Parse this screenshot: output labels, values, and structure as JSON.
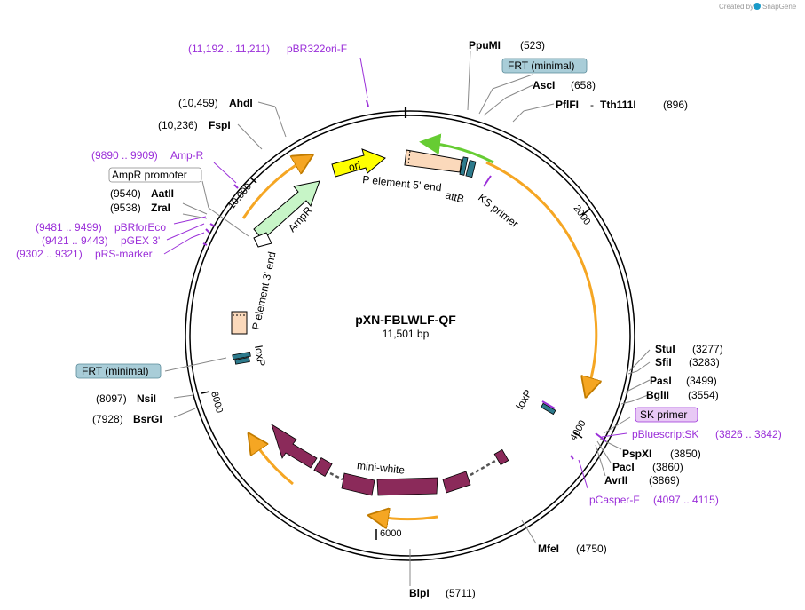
{
  "header": {
    "credit": "Created by",
    "brand": "SnapGene"
  },
  "plasmid": {
    "name": "pXN-FBLWLF-QF",
    "size": "11,501 bp"
  },
  "ticks": [
    "2000",
    "4000",
    "6000",
    "8000",
    "10,000"
  ],
  "enzymes": [
    {
      "name": "PpuMI",
      "pos": "(523)"
    },
    {
      "name": "AscI",
      "pos": "(658)"
    },
    {
      "name": "PflFI",
      "sep": "-",
      "name2": "Tth111I",
      "pos": "(896)"
    },
    {
      "name": "StuI",
      "pos": "(3277)"
    },
    {
      "name": "SfiI",
      "pos": "(3283)"
    },
    {
      "name": "PasI",
      "pos": "(3499)"
    },
    {
      "name": "BglII",
      "pos": "(3554)"
    },
    {
      "name": "PspXI",
      "pos": "(3850)"
    },
    {
      "name": "PacI",
      "pos": "(3860)"
    },
    {
      "name": "AvrII",
      "pos": "(3869)"
    },
    {
      "name": "MfeI",
      "pos": "(4750)"
    },
    {
      "name": "BlpI",
      "pos": "(5711)"
    },
    {
      "name": "BsrGI",
      "pos": "(7928)"
    },
    {
      "name": "NsiI",
      "pos": "(8097)"
    },
    {
      "name": "ZraI",
      "pos": "(9538)"
    },
    {
      "name": "AatII",
      "pos": "(9540)"
    },
    {
      "name": "FspI",
      "pos": "(10,236)"
    },
    {
      "name": "AhdI",
      "pos": "(10,459)"
    }
  ],
  "primers": [
    {
      "range": "(11,192 .. 11,211)",
      "name": "pBR322ori-F"
    },
    {
      "range": "(9890 .. 9909)",
      "name": "Amp-R"
    },
    {
      "range": "(9481 .. 9499)",
      "name": "pBRforEco"
    },
    {
      "range": "(9421 .. 9443)",
      "name": "pGEX 3'"
    },
    {
      "range": "(9302 .. 9321)",
      "name": "pRS-marker"
    },
    {
      "name": "pBluescriptSK",
      "range": "(3826 .. 3842)"
    },
    {
      "name": "pCasper-F",
      "range": "(4097 .. 4115)"
    }
  ],
  "boxed_labels": {
    "frt_top": "FRT (minimal)",
    "frt_left": "FRT (minimal)",
    "ampr_promoter": "AmpR promoter",
    "sk_primer": "SK primer"
  },
  "features": {
    "ori": "ori",
    "p5": "P element 5' end",
    "p3": "P element 3' end",
    "attb": "attB",
    "ks": "KS primer",
    "ampr": "AmpR",
    "loxp_left": "loxP",
    "loxp_right": "loxP",
    "miniwhite": "mini-white"
  },
  "colors": {
    "orf_arrow": "#f5a623",
    "ampr_fill": "#c7f5c7",
    "ori_fill": "#ffff00",
    "p_element_fill": "#fbd9bb",
    "mini_white_fill": "#8b2a5a",
    "loxp_fill": "#2d7a8c",
    "frt_box": "#a9cdd8",
    "sk_box": "#e8c9f5",
    "primer_text": "#9b30d9"
  }
}
